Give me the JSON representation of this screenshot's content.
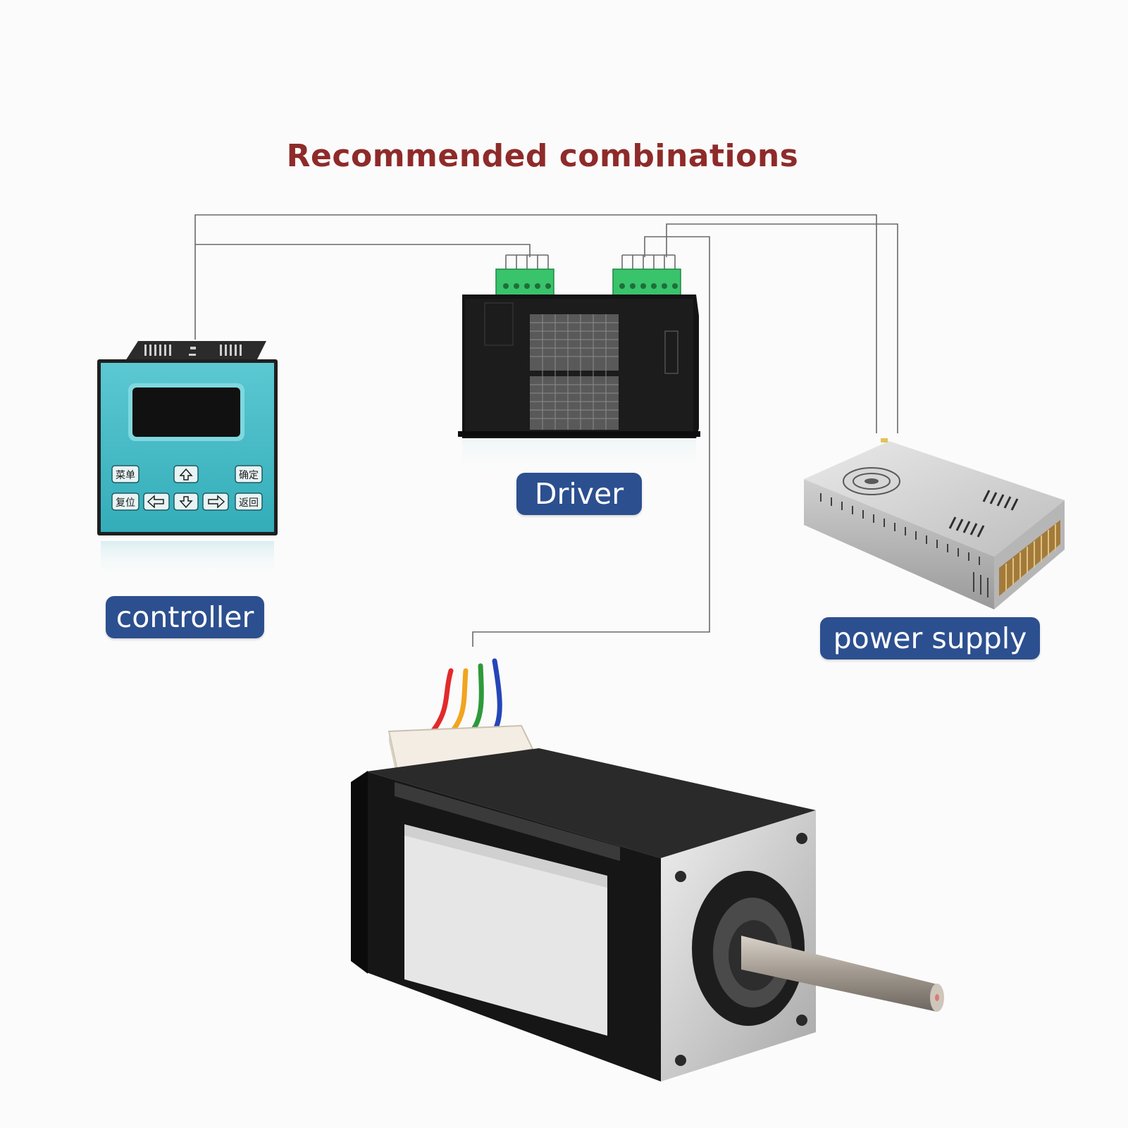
{
  "title": "Recommended combinations",
  "labels": {
    "controller": "controller",
    "driver": "Driver",
    "power_supply": "power supply"
  },
  "controller_keys": [
    "菜单",
    "确定",
    "复位",
    "返回"
  ],
  "colors": {
    "title": "#8e2b2a",
    "label_bg": "#2c4f8f",
    "label_text": "#ffffff",
    "controller_body": "#3cb8c4",
    "wire_line": "#6a6a6a"
  }
}
